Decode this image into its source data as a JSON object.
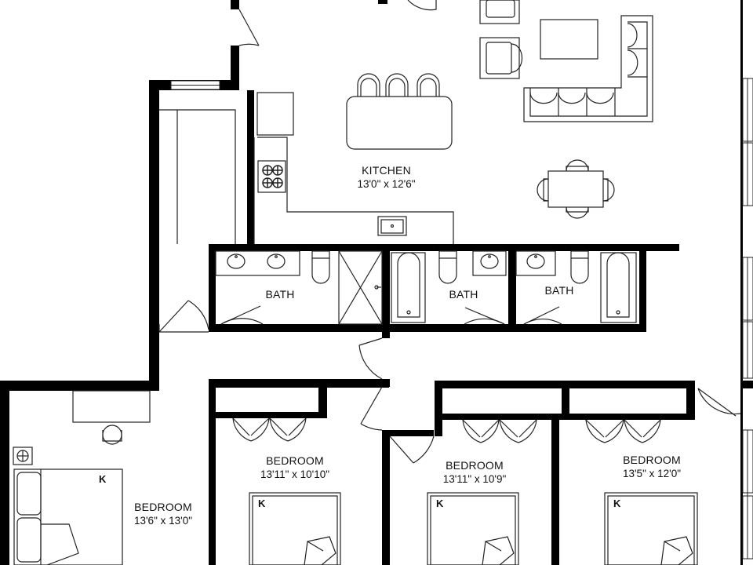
{
  "rooms": {
    "kitchen": {
      "name": "KITCHEN",
      "dims": "13'0\" x 12'6\""
    },
    "bath_1": {
      "name": "BATH"
    },
    "bath_2": {
      "name": "BATH"
    },
    "bath_3": {
      "name": "BATH"
    },
    "bedroom_1": {
      "name": "BEDROOM",
      "dims": "13'6\" x 13'0\""
    },
    "bedroom_2": {
      "name": "BEDROOM",
      "dims": "13'11\" x 10'10\""
    },
    "bedroom_3": {
      "name": "BEDROOM",
      "dims": "13'11\" x 10'9\""
    },
    "bedroom_4": {
      "name": "BEDROOM",
      "dims": "13'5\" x 12'0\""
    }
  },
  "bed_marks": {
    "bed_1": "K",
    "bed_2": "K",
    "bed_3": "K",
    "bed_4": "K"
  },
  "colors": {
    "wall": "#000000",
    "fixture_line": "#222222",
    "background": "#ffffff"
  }
}
